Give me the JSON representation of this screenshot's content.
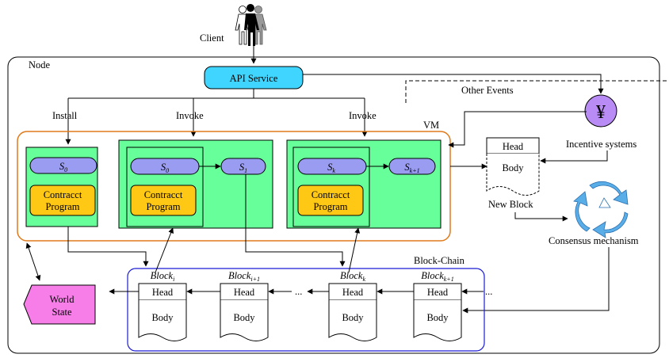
{
  "client": {
    "label": "Client",
    "icon": "people-group-icon"
  },
  "node": {
    "label": "Node"
  },
  "api": {
    "label": "API Service",
    "color": "#3fd5ff"
  },
  "flows": {
    "install": "Install",
    "invoke_1": "Invoke",
    "invoke_2": "Invoke",
    "other_events": "Other Events"
  },
  "vm": {
    "label": "VM",
    "border_color": "#e07a1b"
  },
  "contracts": [
    {
      "state": {
        "base": "S",
        "sub": "0"
      },
      "program_line1": "Contracct",
      "program_line2": "Program"
    },
    {
      "state": {
        "base": "S",
        "sub": "0"
      },
      "next_state": {
        "base": "S",
        "sub": "1"
      },
      "program_line1": "Contracct",
      "program_line2": "Program"
    },
    {
      "state": {
        "base": "S",
        "sub": "k"
      },
      "next_state": {
        "base": "S",
        "sub": "k+1"
      },
      "program_line1": "Contracct",
      "program_line2": "Program"
    }
  ],
  "new_block": {
    "head": "Head",
    "body": "Body",
    "label": "New Block"
  },
  "incentive": {
    "symbol": "¥",
    "label": "Incentive systems",
    "color": "#b98cf5"
  },
  "consensus": {
    "label": "Consensus mechanism",
    "icon": "recycle-icon",
    "color": "#5aaee8"
  },
  "blockchain": {
    "label": "Block-Chain",
    "border_color": "#1b1bd4",
    "blocks": [
      {
        "name": "Block",
        "sub": "i",
        "head": "Head",
        "body": "Body"
      },
      {
        "name": "Block",
        "sub": "i+1",
        "head": "Head",
        "body": "Body"
      },
      {
        "name": "Block",
        "sub": "k",
        "head": "Head",
        "body": "Body"
      },
      {
        "name": "Block",
        "sub": "k+1",
        "head": "Head",
        "body": "Body"
      }
    ],
    "ellipsis_1": "...",
    "ellipsis_2": "..."
  },
  "world_state": {
    "line1": "World",
    "line2": "State",
    "color": "#f77ee8"
  },
  "colors": {
    "contract_fill": "#66ff99",
    "state_fill": "#9a9cf2",
    "program_fill": "#ffc815"
  }
}
